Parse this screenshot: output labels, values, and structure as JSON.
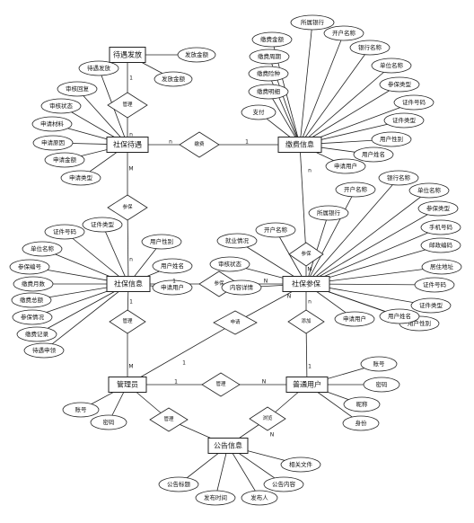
{
  "entities": {
    "e_pay": "待遇发放",
    "e_treat": "社保待遇",
    "e_feeinfo": "缴费信息",
    "e_ssinfo": "社保信息",
    "e_insured": "社保参保",
    "e_admin": "管理员",
    "e_user": "普通用户",
    "e_notice": "公告信息"
  },
  "relationships": {
    "r_pay": "管理",
    "r_fee": "缴费",
    "r_ss": "参保",
    "r_ins": "参保",
    "r_ssins": "参保",
    "r_adm1": "管理",
    "r_apply": "申请",
    "r_user": "添加",
    "r_admuser": "管理",
    "r_notice": "管理",
    "r_browse": "浏览"
  },
  "cardinalities": {
    "c1": "1",
    "c2": "n",
    "c3": "n",
    "c4": "1",
    "c5": "M",
    "c6": "n",
    "c7": "n",
    "c8": "M",
    "c9": "1",
    "c10": "N",
    "c11": "1",
    "c12": "M",
    "c13": "1",
    "c14": "N",
    "c15": "n",
    "c16": "1",
    "c17": "1",
    "c18": "N",
    "c19": "N"
  },
  "attributes": {
    "a_pay_amt": "发放金额",
    "a_pay_amt2": "发放金额",
    "a_t1": "待遇发放",
    "a_t2": "审核回复",
    "a_t3": "审核状态",
    "a_t4": "申请材料",
    "a_t5": "申请原因",
    "a_t6": "申请金额",
    "a_t7": "申请类型",
    "a_f1": "所属银行",
    "a_f2": "开户名称",
    "a_f3": "缴费金额",
    "a_f4": "银行名称",
    "a_f5": "缴费周期",
    "a_f6": "单位名称",
    "a_f7": "缴费险种",
    "a_f8": "参保类型",
    "a_f9": "缴费明细",
    "a_f10": "证件号码",
    "a_f11": "支付",
    "a_f12": "证件类型",
    "a_f13": "用户性别",
    "a_f14": "用户姓名",
    "a_f15": "申请用户",
    "a_s1": "证件号码",
    "a_s2": "证件类型",
    "a_s3": "单位名称",
    "a_s4": "用户性别",
    "a_s5": "参保编号",
    "a_s6": "用户姓名",
    "a_s7": "缴费月数",
    "a_s8": "申请用户",
    "a_s9": "缴费总额",
    "a_s10": "参保情况",
    "a_s11": "缴费记录",
    "a_s12": "待遇申领",
    "a_i1": "开户名称",
    "a_i2": "银行名称",
    "a_i3": "单位名称",
    "a_i4": "所属银行",
    "a_i5": "参保类型",
    "a_i6": "开户名称",
    "a_i7": "就业情况",
    "a_i8": "手机号码",
    "a_i9": "审核状态",
    "a_i10": "邮政编码",
    "a_i11": "居住地址",
    "a_i12": "内容详情",
    "a_i13": "证件号码",
    "a_i14": "证件类型",
    "a_i15": "用户性别",
    "a_i16": "用户姓名",
    "a_i17": "申请用户",
    "a_a1": "账号",
    "a_a2": "密码",
    "a_u1": "账号",
    "a_u2": "密码",
    "a_u3": "昵称",
    "a_u4": "身份",
    "a_n1": "相关文件",
    "a_n2": "公告标题",
    "a_n3": "公告内容",
    "a_n4": "发布时间",
    "a_n5": "发布人"
  }
}
